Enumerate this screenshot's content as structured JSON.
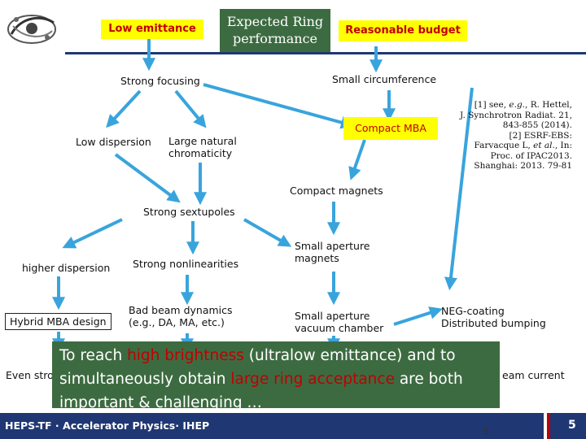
{
  "colors": {
    "arrow": "#39a4dc",
    "highlight_box": "#ffff00",
    "highlight_text": "#c00000",
    "banner": "#3d6b41",
    "footer": "#1f3773",
    "divider": "#1f3773"
  },
  "header": {
    "low_emittance": "Low emittance",
    "expected_ring_line1": "Expected Ring",
    "expected_ring_line2": "performance",
    "reasonable_budget": "Reasonable budget"
  },
  "nodes": {
    "strong_focusing": "Strong focusing",
    "small_circumference": "Small circumference",
    "low_dispersion": "Low dispersion",
    "large_natural_chromaticity_line1": "Large natural",
    "large_natural_chromaticity_line2": "chromaticity",
    "compact_mba": "Compact MBA",
    "compact_magnets": "Compact magnets",
    "strong_sextupoles": "Strong sextupoles",
    "higher_dispersion": "higher dispersion",
    "strong_nonlinearities": "Strong nonlinearities",
    "small_aperture_magnets_line1": "Small aperture",
    "small_aperture_magnets_line2": "magnets",
    "hybrid_mba_design": "Hybrid MBA design",
    "bad_beam_dynamics_line1": "Bad beam dynamics",
    "bad_beam_dynamics_line2": "(e.g., DA, MA, etc.)",
    "small_aperture_vacuum_line1": "Small aperture",
    "small_aperture_vacuum_line2": "vacuum chamber",
    "neg_coating_line1": "NEG-coating",
    "neg_coating_line2": "Distributed bumping",
    "even_stro": "Even stro",
    "eam_current": "eam current"
  },
  "references": {
    "line1": "[1] see, e.g., R. Hettel,",
    "line2": "J. Synchrotron Radiat. 21,",
    "line3": "843-855 (2014).",
    "line4": "[2] ESRF-EBS:",
    "line5": "Farvacque L, et al., In:",
    "line6": "Proc. of IPAC2013.",
    "line7": "Shanghai: 2013. 79-81"
  },
  "banner": {
    "p1": "To reach ",
    "p2": "high brightness",
    "p3": " (ultralow emittance) and to",
    "p4": "simultaneously obtain ",
    "p5": "large ring acceptance",
    "p6": " are both",
    "p7": "important & challenging …"
  },
  "footer": {
    "label": "HEPS-TF · Accelerator Physics· IHEP",
    "page_number": "5",
    "small_number": "5"
  }
}
